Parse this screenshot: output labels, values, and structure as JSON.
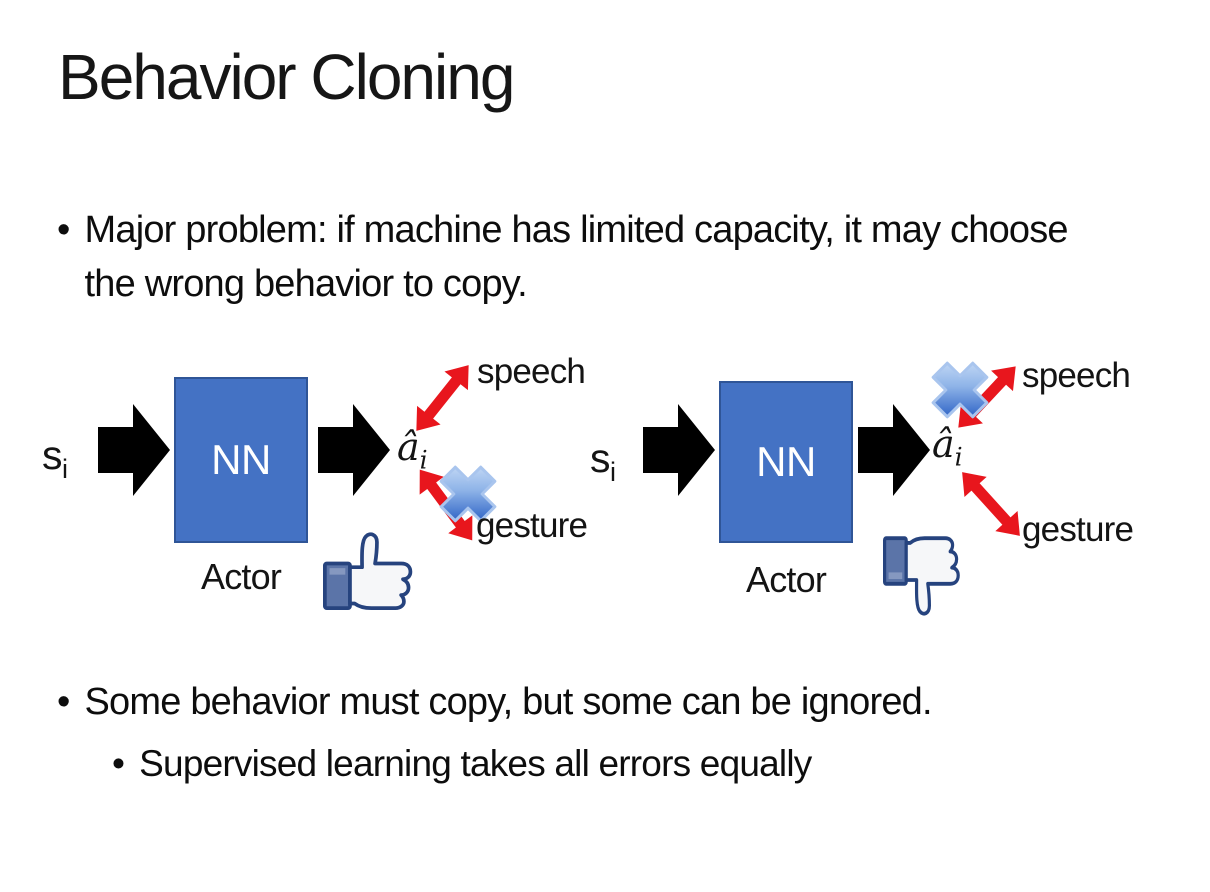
{
  "slide": {
    "title": "Behavior Cloning",
    "bullet_char": "•",
    "bullet1": "Major problem: if machine has limited capacity, it may choose the wrong behavior to copy.",
    "bullet2": "Some behavior must copy, but some can be ignored.",
    "sub_bullet": "Supervised learning takes all errors equally"
  },
  "diagram": {
    "state_label": "s",
    "state_sub": "i",
    "action_label": "â",
    "action_sub": "i",
    "nn_label": "NN",
    "actor_caption": "Actor",
    "speech_label": "speech",
    "gesture_label": "gesture",
    "left": {
      "crossed_out": "gesture",
      "feedback_icon": "thumbs-up"
    },
    "right": {
      "crossed_out": "speech",
      "feedback_icon": "thumbs-down"
    }
  },
  "colors": {
    "nn_box": "#4472C4",
    "nn_box_border": "#2F5597",
    "block_arrow": "#000000",
    "red_arrow": "#E8161D",
    "cross_light_blue": "#D6E6FA",
    "cross_dark_blue": "#2F5CB0",
    "thumb_outline": "#2C4A87",
    "thumb_cuff": "#5B74A8",
    "text": "#141414"
  }
}
